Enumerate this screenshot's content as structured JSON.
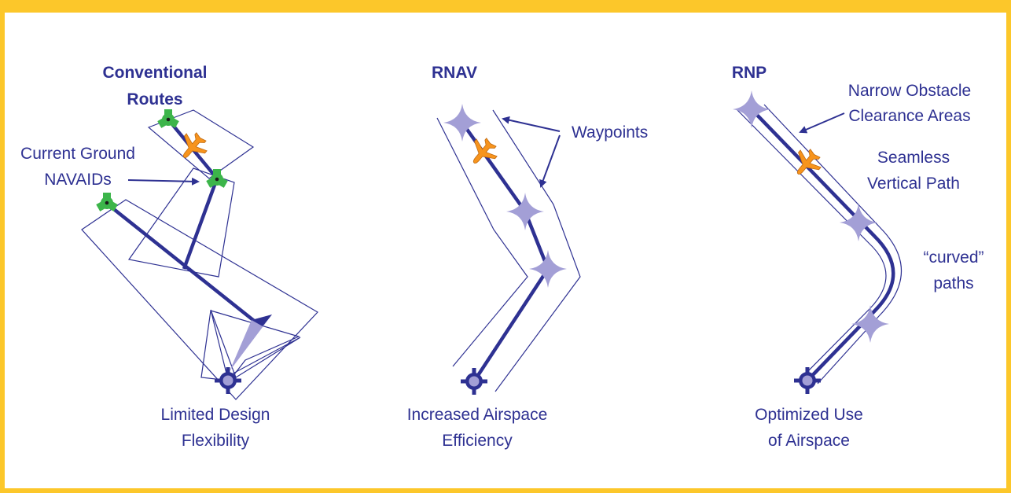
{
  "colors": {
    "frame": "#fcc72a",
    "route": "#2e3192",
    "waypoint": "#a39fd6",
    "navaid": "#3cb54a",
    "aircraft": "#f7941d"
  },
  "icons": {
    "navaid": "navaid-icon",
    "aircraft": "aircraft-icon",
    "waypoint": "waypoint-star-icon",
    "airport": "airport-target-icon"
  },
  "conventional": {
    "title_line1": "Conventional",
    "title_line2": "Routes",
    "navaid_label_line1": "Current Ground",
    "navaid_label_line2": "NAVAIDs",
    "caption_line1": "Limited Design",
    "caption_line2": "Flexibility"
  },
  "rnav": {
    "title": "RNAV",
    "waypoints_label": "Waypoints",
    "caption_line1": "Increased Airspace",
    "caption_line2": "Efficiency"
  },
  "rnp": {
    "title": "RNP",
    "clearance_line1": "Narrow Obstacle",
    "clearance_line2": "Clearance Areas",
    "vertical_line1": "Seamless",
    "vertical_line2": "Vertical Path",
    "curved_line1": "“curved”",
    "curved_line2": "paths",
    "caption_line1": "Optimized Use",
    "caption_line2": "of Airspace"
  }
}
